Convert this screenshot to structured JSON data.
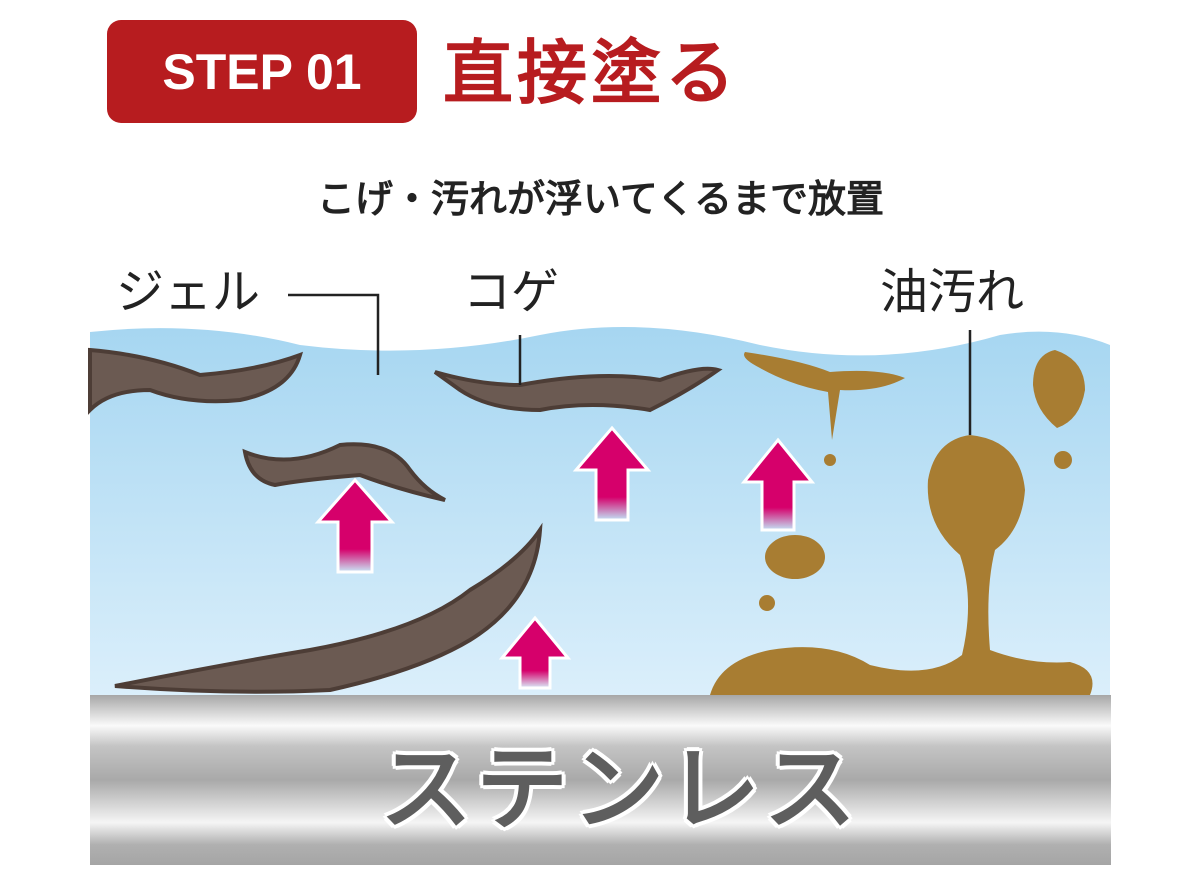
{
  "step_badge": "STEP 01",
  "title": "直接塗る",
  "subtitle": "こげ・汚れが浮いてくるまで放置",
  "labels": {
    "gel": "ジェル",
    "scorch": "コゲ",
    "oil": "油汚れ"
  },
  "base_label": "ステンレス",
  "colors": {
    "accent": "#b71c1f",
    "gel": "#aad8f2",
    "scorch": "#6b5a52",
    "oil": "#a87d32",
    "arrow": "#d6006b"
  }
}
